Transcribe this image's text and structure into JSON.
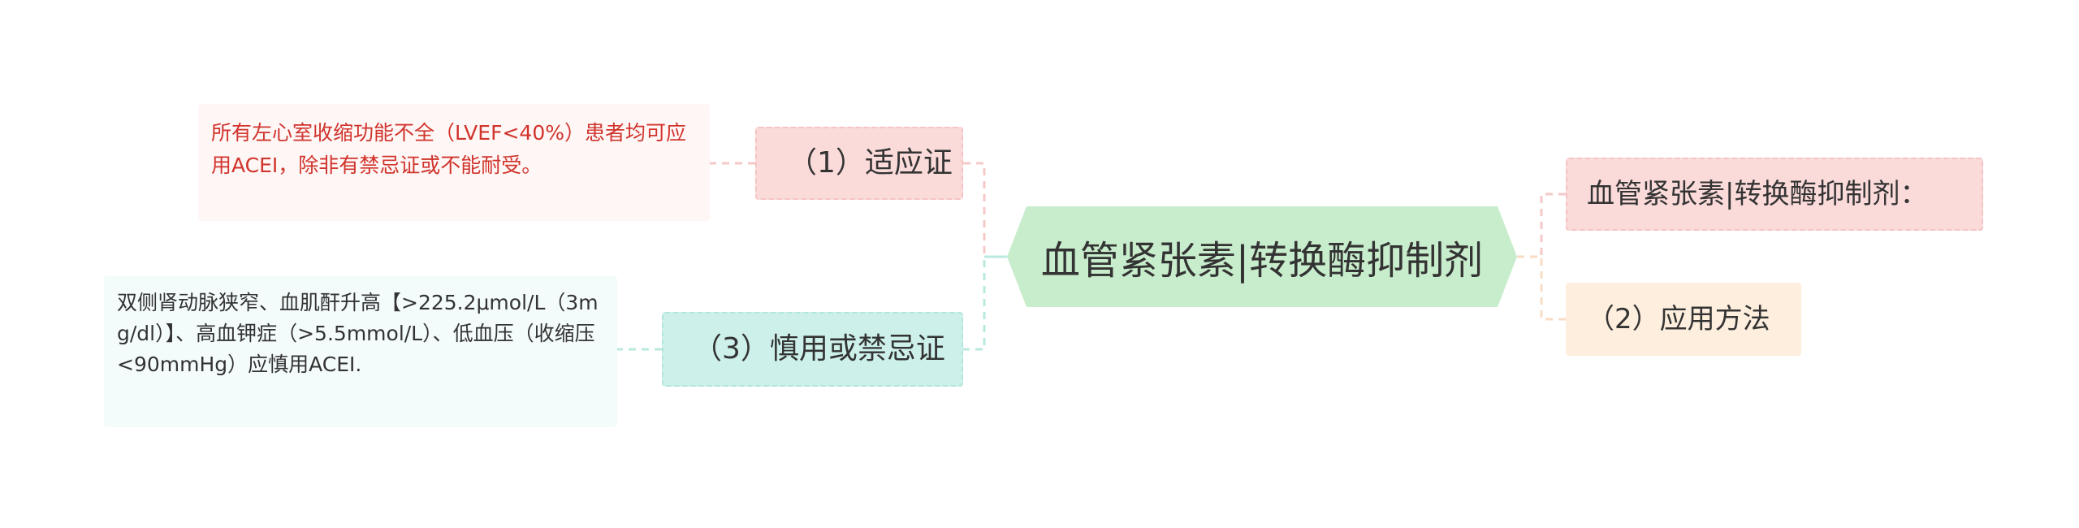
{
  "diagram": {
    "type": "mind-map",
    "root": {
      "text": "血管紧张素|转换酶抑制剂",
      "color": "#c8edcc"
    },
    "right_branches": [
      {
        "text": "血管紧张素|转换酶抑制剂：",
        "color": "#fbdada"
      },
      {
        "text": "（2）应用方法",
        "color": "#fdeedd"
      }
    ],
    "left_branches": [
      {
        "text": "（1）适应证",
        "color": "#fbdada",
        "note": "所有左心室收缩功能不全（LVEF<40%）患者均可应用ACEI，除非有禁忌证或不能耐受。",
        "note_color": "#d0342c"
      },
      {
        "text": "（3）慎用或禁忌证",
        "color": "#cdf1ea",
        "note": "双侧肾动脉狭窄、血肌酐升高【>225.2μmol/L（3mg/dl）】、高血钾症（>5.5mmol/L）、低血压（收缩压<90mmHg）应慎用ACEI.",
        "note_color": "#333333"
      }
    ]
  }
}
